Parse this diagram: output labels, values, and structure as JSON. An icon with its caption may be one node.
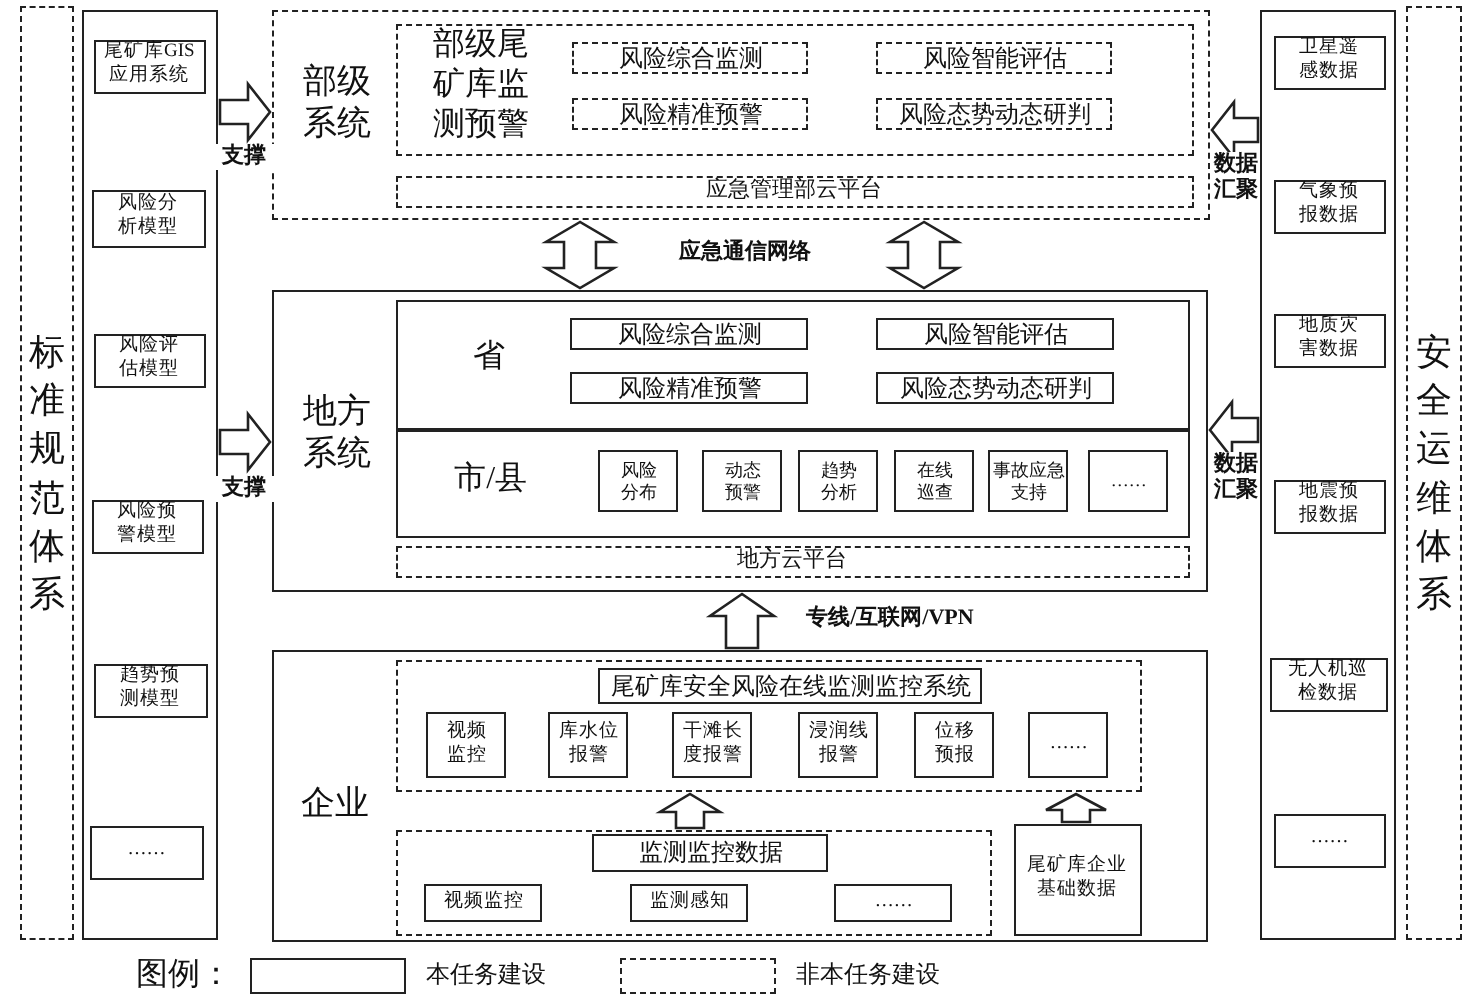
{
  "diagram": {
    "nodes": [
      {
        "text": [
          "标准规范体系"
        ]
      },
      {
        "text": [],
        "shape": "box"
      },
      {
        "text": [
          "尾矿库GIS应用系统"
        ],
        "in": 1
      },
      {
        "text": [
          "风险分析模型"
        ],
        "in": 1
      },
      {
        "text": [
          "风险评估模型"
        ],
        "in": 1
      },
      {
        "text": [
          "风险预警模型"
        ],
        "in": 1
      },
      {
        "text": [
          "趋势预测模型"
        ],
        "in": 1
      },
      {
        "text": [
          "……"
        ],
        "in": 1
      },
      {
        "text": [
          "部级系统"
        ]
      },
      {
        "text": [
          "部级尾矿库监测预警"
        ],
        "in": 8
      },
      {
        "text": [
          "风险综合监测"
        ],
        "in": 9
      },
      {
        "text": [
          "风险智能评估"
        ],
        "in": 9
      },
      {
        "text": [
          "风险精准预警"
        ],
        "in": 9
      },
      {
        "text": [
          "风险态势动态研判"
        ],
        "in": 9
      },
      {
        "text": [
          "应急管理部云平台"
        ],
        "in": 8
      },
      {
        "text": [
          "地方系统"
        ]
      },
      {
        "text": [
          "省"
        ],
        "in": 15
      },
      {
        "text": [
          "风险综合监测"
        ],
        "in": 16
      },
      {
        "text": [
          "风险智能评估"
        ],
        "in": 16
      },
      {
        "text": [
          "风险精准预警"
        ],
        "in": 16
      },
      {
        "text": [
          "风险态势动态研判"
        ],
        "in": 16
      },
      {
        "text": [
          "市/县"
        ],
        "in": 15
      },
      {
        "text": [
          "风险分布"
        ],
        "in": 21
      },
      {
        "text": [
          "动态预警"
        ],
        "in": 21
      },
      {
        "text": [
          "趋势分析"
        ],
        "in": 21
      },
      {
        "text": [
          "在线巡查"
        ],
        "in": 21
      },
      {
        "text": [
          "事故应急支持"
        ],
        "in": 21
      },
      {
        "text": [
          "……"
        ],
        "in": 21
      },
      {
        "text": [
          "地方云平台"
        ],
        "in": 15
      },
      {
        "text": [
          "企业"
        ]
      },
      {
        "text": [],
        "shape": "box",
        "in": 29
      },
      {
        "text": [
          "尾矿库安全风险在线监测监控系统"
        ],
        "in": 30
      },
      {
        "text": [
          "视频监控"
        ],
        "in": 30
      },
      {
        "text": [
          "库水位报警"
        ],
        "in": 30
      },
      {
        "text": [
          "干滩长度报警"
        ],
        "in": 30
      },
      {
        "text": [
          "浸润线报警"
        ],
        "in": 30
      },
      {
        "text": [
          "位移预报"
        ],
        "in": 30
      },
      {
        "text": [
          "……"
        ],
        "in": 30
      },
      {
        "text": [],
        "shape": "box",
        "in": 29
      },
      {
        "text": [
          "监测监控数据"
        ],
        "in": 38
      },
      {
        "text": [
          "视频监控"
        ],
        "in": 38
      },
      {
        "text": [
          "监测感知"
        ],
        "in": 38
      },
      {
        "text": [
          "……"
        ],
        "in": 38
      },
      {
        "text": [
          "尾矿库企业基础数据"
        ],
        "in": 29
      },
      {
        "text": [],
        "shape": "box"
      },
      {
        "text": [
          "卫星遥感数据"
        ],
        "in": 44
      },
      {
        "text": [
          "气象预报数据"
        ],
        "in": 44
      },
      {
        "text": [
          "地质灾害数据"
        ],
        "in": 44
      },
      {
        "text": [
          "地震预报数据"
        ],
        "in": 44
      },
      {
        "text": [
          "无人机巡检数据"
        ],
        "in": 44
      },
      {
        "text": [
          "……"
        ],
        "in": 44
      },
      {
        "text": [
          "安全运维体系"
        ]
      }
    ],
    "edges": [
      {
        "from": 1,
        "to": 8,
        "arrow": "to",
        "label": "支撑"
      },
      {
        "from": 1,
        "to": 15,
        "arrow": "to",
        "label": "支撑"
      },
      {
        "from": 44,
        "to": 8,
        "arrow": "to",
        "label": "数据汇聚"
      },
      {
        "from": 44,
        "to": 15,
        "arrow": "to",
        "label": "数据汇聚"
      },
      {
        "from": 8,
        "to": 15,
        "arrow": "both",
        "label": "应急通信网络"
      },
      {
        "from": 8,
        "to": 15,
        "arrow": "both"
      },
      {
        "from": 29,
        "to": 15,
        "arrow": "to",
        "label": "专线/互联网/VPN"
      },
      {
        "from": 38,
        "to": 30,
        "arrow": "to"
      },
      {
        "from": 43,
        "to": 30,
        "arrow": "to"
      }
    ],
    "labels": [
      "图例："
    ],
    "legend": [
      {
        "text": "本任务建设"
      },
      {
        "text": "非本任务建设"
      }
    ]
  }
}
